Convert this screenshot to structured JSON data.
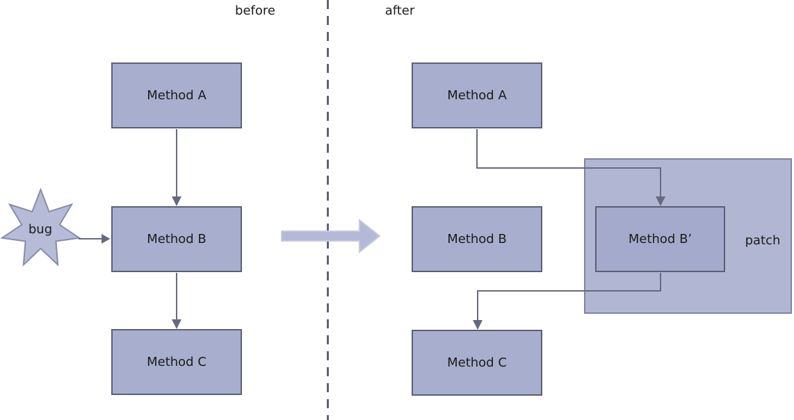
{
  "header": {
    "before_label": "before",
    "after_label": "after"
  },
  "before_panel": {
    "method_a": "Method A",
    "method_b": "Method B",
    "method_c": "Method C",
    "bug_label": "bug"
  },
  "after_panel": {
    "method_a": "Method A",
    "method_b": "Method B",
    "method_b_patched": "Method B’",
    "method_c": "Method C",
    "patch_label": "patch"
  },
  "colors": {
    "node_fill": "#a8aecd",
    "node_border": "#5b5f75",
    "patch_fill": "#b1b7d3",
    "patch_border": "#7e83a0",
    "patched_node_fill": "#a4aacb",
    "connector": "#666a80",
    "divider": "#61617a",
    "transform_arrow_fill": "#b3b9d7",
    "transform_arrow_border": "#c6cade",
    "star_fill": "#b6bcd7",
    "star_border": "#878ca9",
    "text": "#1c1c1c"
  }
}
